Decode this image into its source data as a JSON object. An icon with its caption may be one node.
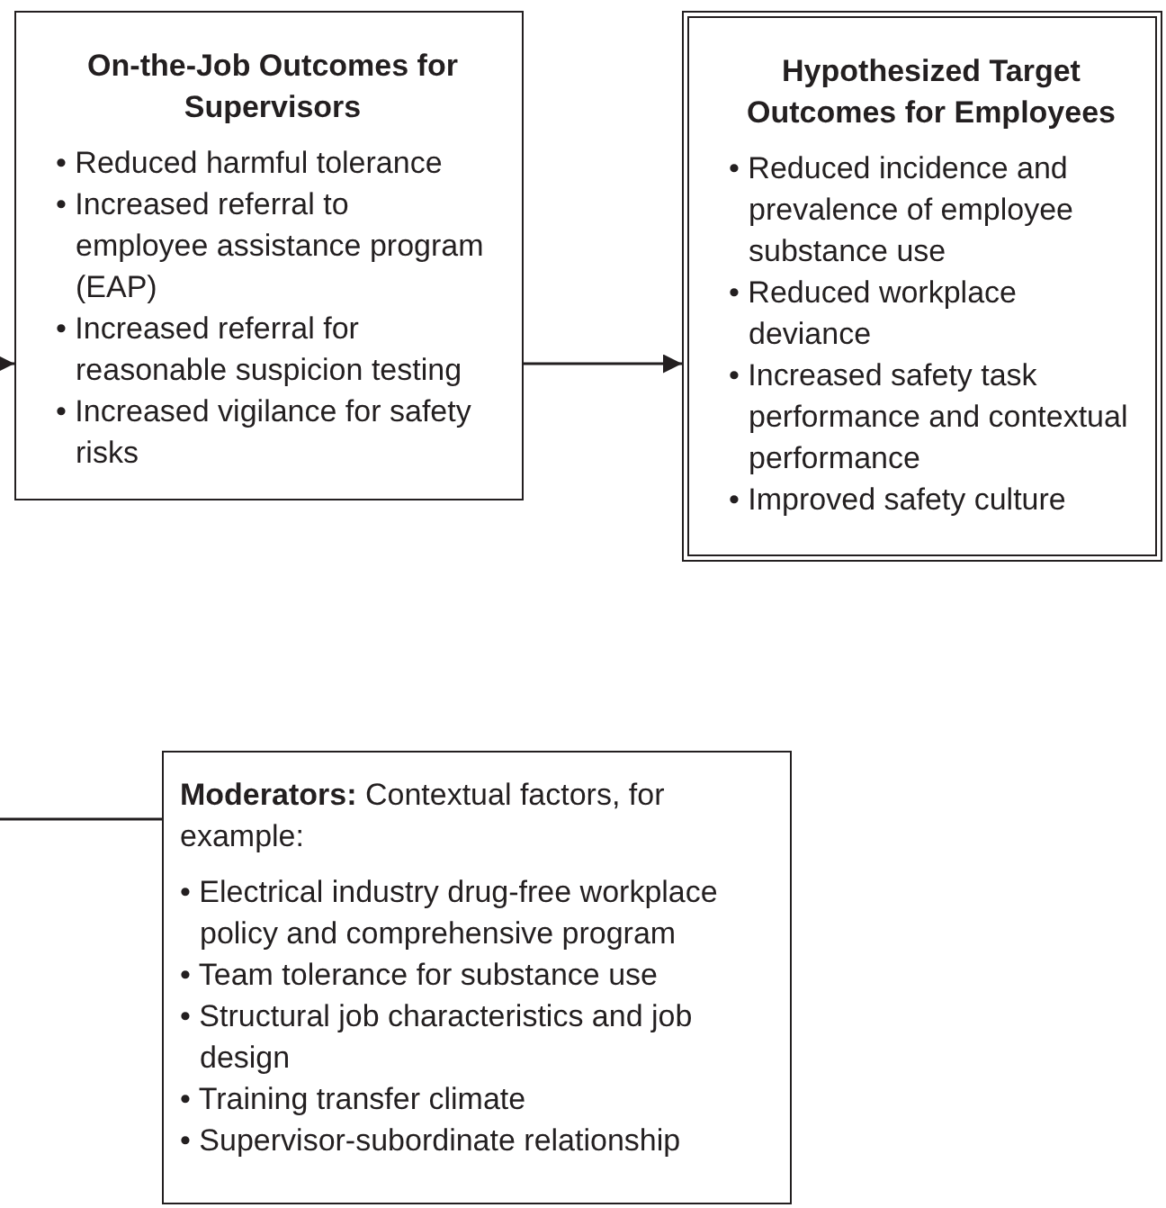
{
  "diagram": {
    "nodes": [
      {
        "text": [
          "On-the-Job Outcomes for Supervisors",
          "• Reduced harmful tolerance",
          "• Increased referral to employee assistance program (EAP)",
          "• Increased referral for reasonable suspicion testing",
          "• Increased vigilance for safety risks"
        ]
      },
      {
        "text": [
          "Hypothesized Target Outcomes for Employees",
          "• Reduced incidence and prevalence of employee substance use",
          "• Reduced workplace deviance",
          "• Increased safety task performance and contextual performance",
          "• Improved safety culture"
        ]
      },
      {
        "text": [
          "**Moderators:** Contextual factors, for example:",
          "• Electrical industry drug-free workplace policy and comprehensive program",
          "• Team tolerance for substance use",
          "• Structural job characteristics and job design",
          "• Training transfer climate",
          "• Supervisor-subordinate relationship"
        ]
      }
    ],
    "edges": [
      {
        "from": null,
        "to": 0,
        "arrow": "to"
      },
      {
        "from": 0,
        "to": 1,
        "arrow": "to"
      },
      {
        "from": null,
        "to": 2,
        "arrow": "none"
      }
    ]
  }
}
